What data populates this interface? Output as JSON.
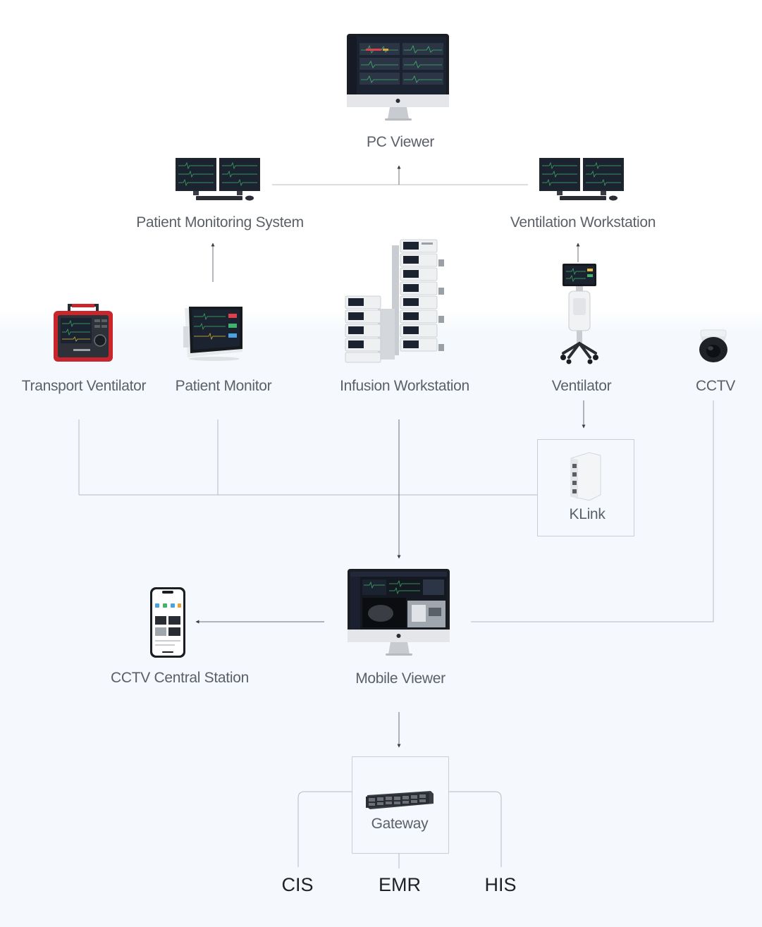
{
  "nodes": {
    "pc_viewer": "PC Viewer",
    "patient_monitoring_system": "Patient Monitoring System",
    "ventilation_workstation": "Ventilation Workstation",
    "transport_ventilator": "Transport Ventilator",
    "patient_monitor": "Patient Monitor",
    "infusion_workstation": "Infusion Workstation",
    "ventilator": "Ventilator",
    "cctv": "CCTV",
    "klink": "KLink",
    "mobile_viewer": "Mobile Viewer",
    "cctv_central_station": "CCTV Central Station",
    "gateway": "Gateway"
  },
  "systems": {
    "cis": "CIS",
    "emr": "EMR",
    "his": "HIS"
  },
  "colors": {
    "line": "#b7bcc2",
    "arrow": "#3a3e44",
    "label": "#5b6068",
    "screen": "#1c2330",
    "device_red": "#c9252c"
  },
  "icons": [
    "imac-icon",
    "dual-monitor-icon",
    "transport-ventilator-icon",
    "patient-monitor-icon",
    "infusion-pump-stack-icon",
    "ventilator-cart-icon",
    "dome-camera-icon",
    "klink-hub-icon",
    "smartphone-icon",
    "rack-server-icon"
  ]
}
